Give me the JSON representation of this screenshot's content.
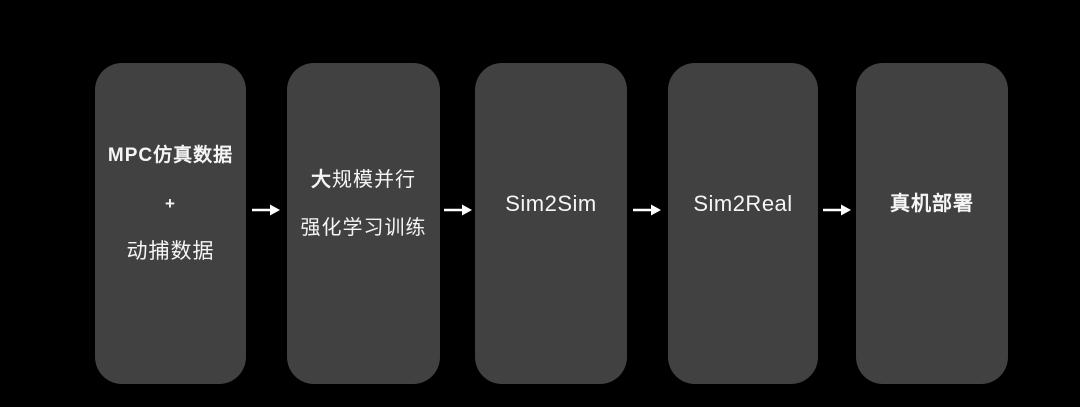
{
  "theme": {
    "background": "#000000",
    "node_fill": "#414141",
    "text_color": "#f5f5f5",
    "arrow_color": "#ffffff"
  },
  "diagram": {
    "type": "flowchart",
    "direction": "left-to-right",
    "arrow_icon": {
      "name": "arrow-right-icon",
      "unicode": "→",
      "count": 4
    },
    "nodes": [
      {
        "id": "mpc-and-mocap-data",
        "lines": [
          "MPC仿真数据",
          "+",
          "动捕数据"
        ]
      },
      {
        "id": "parallel-rl-training",
        "line1_lead": "大",
        "line1_rest": "规模并行",
        "line2": "强化学习训练"
      },
      {
        "id": "sim2sim",
        "label": "Sim2Sim"
      },
      {
        "id": "sim2real",
        "label": "Sim2Real"
      },
      {
        "id": "real-robot-deployment",
        "label": "真机部署"
      }
    ],
    "edges": [
      {
        "from": "mpc-and-mocap-data",
        "to": "parallel-rl-training"
      },
      {
        "from": "parallel-rl-training",
        "to": "sim2sim"
      },
      {
        "from": "sim2sim",
        "to": "sim2real"
      },
      {
        "from": "sim2real",
        "to": "real-robot-deployment"
      }
    ]
  }
}
